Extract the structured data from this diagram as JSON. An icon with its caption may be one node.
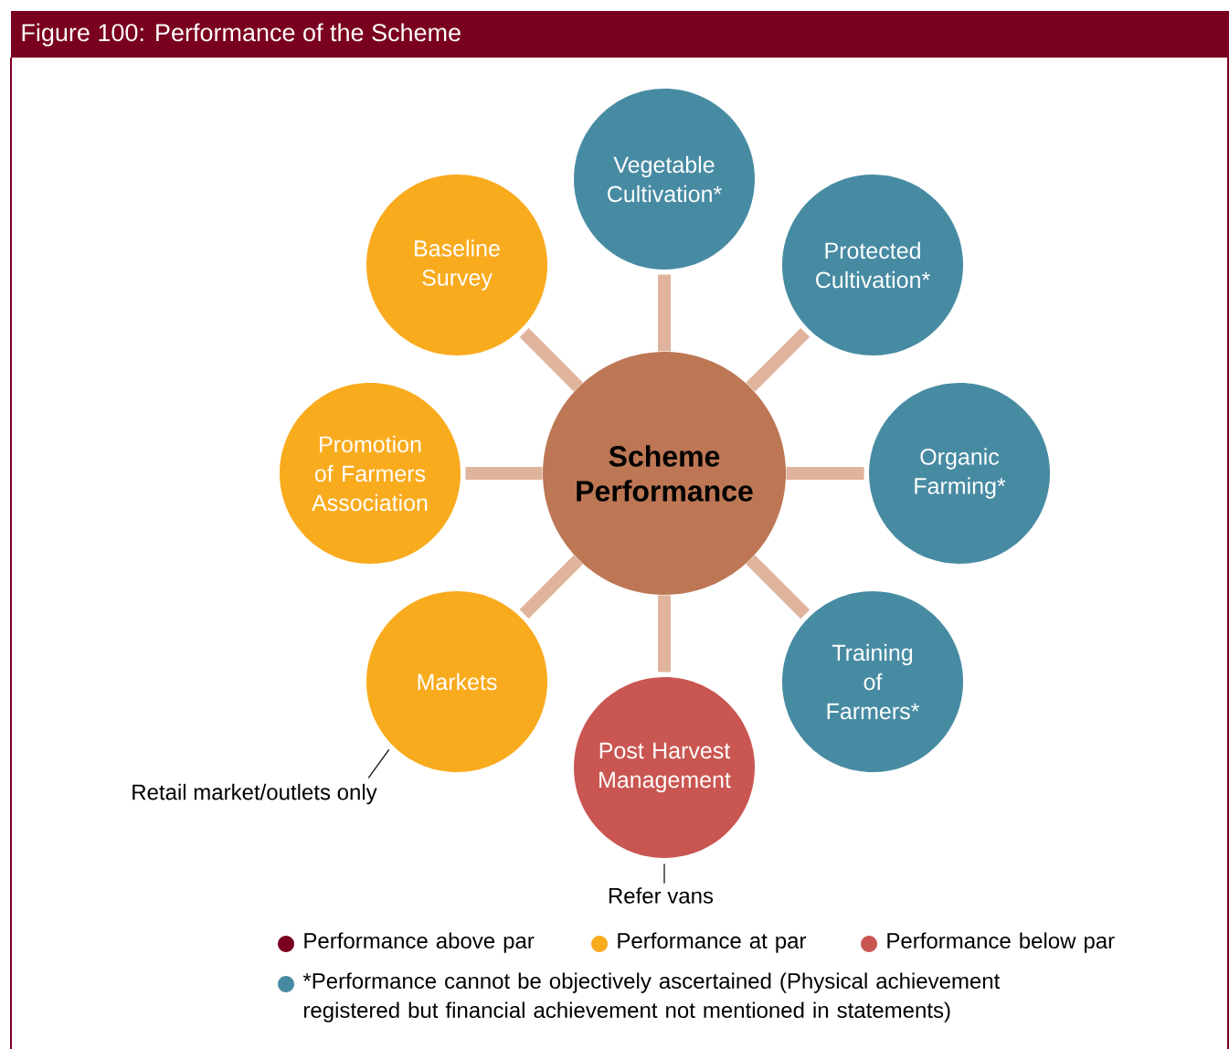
{
  "diagram": {
    "title": "Figure 100: Performance of the Scheme",
    "nodes": [
      {
        "text": [
          "Scheme Performance"
        ]
      },
      {
        "text": [
          "Vegetable Cultivation*"
        ]
      },
      {
        "text": [
          "Protected Cultivation*"
        ]
      },
      {
        "text": [
          "Organic Farming*"
        ]
      },
      {
        "text": [
          "Training of Farmers*"
        ]
      },
      {
        "text": [
          "Post Harvest Management"
        ]
      },
      {
        "text": [
          "Markets"
        ]
      },
      {
        "text": [
          "Promotion of Farmers Association"
        ]
      },
      {
        "text": [
          "Baseline Survey"
        ]
      },
      {
        "text": [
          "Retail market/outlets only"
        ]
      },
      {
        "text": [
          "Refer vans"
        ]
      }
    ],
    "edges": [
      {
        "from": 0,
        "to": 1,
        "arrow": "none"
      },
      {
        "from": 0,
        "to": 2,
        "arrow": "none"
      },
      {
        "from": 0,
        "to": 3,
        "arrow": "none"
      },
      {
        "from": 0,
        "to": 4,
        "arrow": "none"
      },
      {
        "from": 0,
        "to": 5,
        "arrow": "none"
      },
      {
        "from": 0,
        "to": 6,
        "arrow": "none"
      },
      {
        "from": 0,
        "to": 7,
        "arrow": "none"
      },
      {
        "from": 0,
        "to": 8,
        "arrow": "none"
      },
      {
        "from": 9,
        "to": 6,
        "arrow": "none",
        "color": "#000000"
      },
      {
        "from": 10,
        "to": 5,
        "arrow": "none",
        "color": "#000000"
      }
    ],
    "legend": [
      {
        "text": "Performance above par",
        "color": "#7a0020"
      },
      {
        "text": "Performance at par",
        "color": "#f9ab1e"
      },
      {
        "text": "Performance below par",
        "color": "#c95651"
      },
      {
        "text": "*Performance cannot be objectively ascertained (Physical achievement registered but financial achievement not mentioned in statements)",
        "color": "#478ba3"
      }
    ]
  }
}
